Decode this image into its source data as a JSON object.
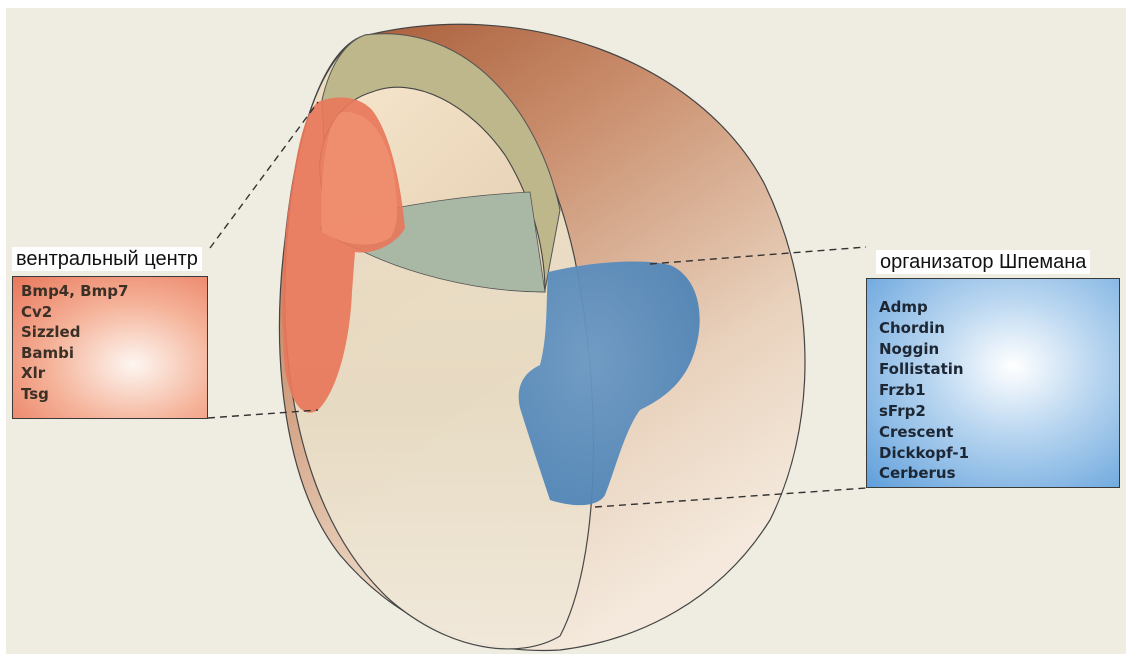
{
  "colors": {
    "background": "#efede1",
    "ventral_region": "#e9765a",
    "organizer_region": "#5f9fdb",
    "shell_outer": "#b0623f",
    "rim": "#b9b486",
    "blastocoel_floor": "#a9b7a6"
  },
  "ventral_center": {
    "title": "вентральный центр",
    "genes": [
      "Bmp4, Bmp7",
      "Cv2",
      "Sizzled",
      "Bambi",
      "Xlr",
      "Tsg"
    ]
  },
  "spemann_organizer": {
    "title": "организатор Шпемана",
    "genes": [
      "Admp",
      "Chordin",
      "Noggin",
      "Follistatin",
      "Frzb1",
      "sFrp2",
      "Crescent",
      "Dickkopf-1",
      "Cerberus"
    ]
  }
}
